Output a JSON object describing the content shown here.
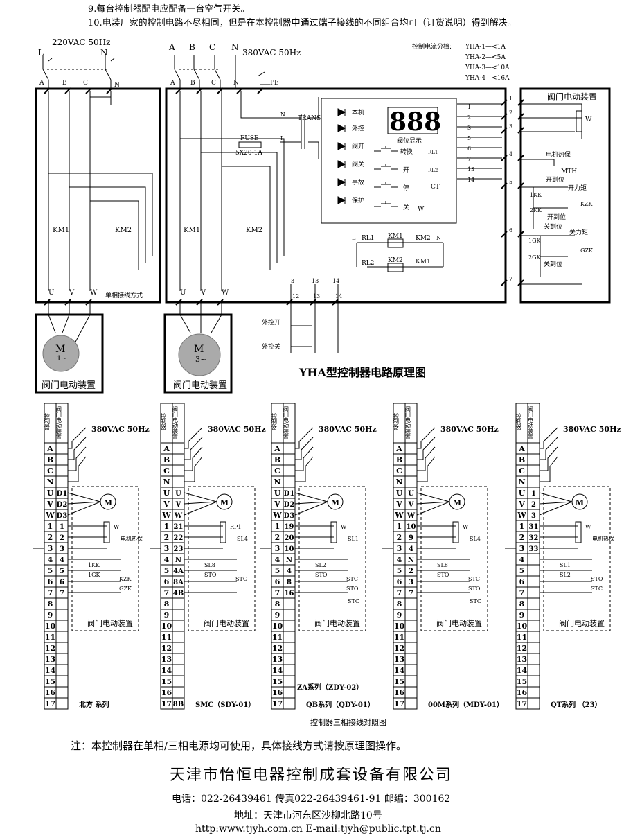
{
  "notes": {
    "n9": "9.每台控制器配电应配备一台空气开关。",
    "n10": "10.电装厂家的控制电路不尽相同，但是在本控制器中通过端子接线的不同组合均可（订货说明）得到解决。"
  },
  "single_phase": {
    "supply": "220VAC 50Hz",
    "inputs": [
      "L",
      "N"
    ],
    "terminals_top": [
      "A",
      "B",
      "C",
      "N"
    ],
    "contactors": [
      "KM1",
      "KM2"
    ],
    "terminals_bottom": [
      "U",
      "V",
      "W"
    ],
    "note": "单相接线方式",
    "motor_label": "M",
    "motor_sub": "1~",
    "device": "阀门电动装置"
  },
  "three_phase": {
    "supply": "380VAC 50Hz",
    "inputs": [
      "A",
      "B",
      "C",
      "N"
    ],
    "terminals_top": [
      "A",
      "B",
      "C",
      "N",
      "PE"
    ],
    "contactors": [
      "KM1",
      "KM2"
    ],
    "terminals_bottom": [
      "U",
      "V",
      "W"
    ],
    "motor_label": "M",
    "motor_sub": "3~",
    "device": "阀门电动装置"
  },
  "current_grades": {
    "title": "控制电流分档:",
    "items": [
      "YHA-1—<1A",
      "YHA-2—<5A",
      "YHA-3—<10A",
      "YHA-4—<16A"
    ]
  },
  "controller": {
    "trans": "TRANS",
    "fuse": "FUSE",
    "fuse_spec": "5X20-1A",
    "trans_n": "N",
    "trans_l": "L",
    "display": "888",
    "display_label": "阀位显示",
    "leds": [
      "本机",
      "外控",
      "阀开",
      "阀关",
      "事故",
      "保护"
    ],
    "buttons": [
      "转换",
      "开",
      "停",
      "关"
    ],
    "relays": [
      "RL1",
      "RL2"
    ],
    "ct": "CT",
    "w": "W",
    "pins": [
      "1",
      "2",
      "3",
      "5",
      "6",
      "7",
      "13",
      "14"
    ],
    "interlock": {
      "l": "L",
      "n": "N",
      "rl1": "RL1",
      "rl2": "RL2",
      "km1": "KM1",
      "km2": "KM2"
    },
    "ext_terminals_top": [
      "3",
      "13",
      "14"
    ],
    "ext_terminals_bottom": [
      "12",
      "13",
      "14"
    ],
    "ext_open": "外控开",
    "ext_close": "外控关"
  },
  "valve_device": {
    "title": "阀门电动装置",
    "pins": [
      "1",
      "2",
      "3",
      "4",
      "5",
      "6",
      "7"
    ],
    "w": "W",
    "motor_protect": "电机热保",
    "mth": "MTH",
    "open_pos": "开到位",
    "close_pos": "关到位",
    "open_torque": "开力矩",
    "close_torque": "关力矩",
    "k1": "1KK",
    "k2": "2KK",
    "g1": "1GK",
    "g2": "2GK",
    "kzk": "KZK",
    "gzk": "GZK"
  },
  "diagram_title": "YHA型控制器电路原理图",
  "wiring": {
    "col_headers": [
      "控制器",
      "阀门电动装置"
    ],
    "supply": "380VAC 50Hz",
    "rows": [
      "A",
      "B",
      "C",
      "N",
      "U",
      "V",
      "W",
      "1",
      "2",
      "3",
      "4",
      "5",
      "6",
      "7",
      "8",
      "9",
      "10",
      "11",
      "12",
      "13",
      "14",
      "15",
      "16",
      "17"
    ],
    "device_label": "阀门电动装置",
    "motor": "M",
    "panels": [
      {
        "series": "北方 系列",
        "right": [
          "",
          "",
          "",
          "",
          "D1",
          "D2",
          "D3",
          "1",
          "2",
          "3",
          "4",
          "5",
          "6",
          "7",
          "",
          "",
          "",
          "",
          "",
          "",
          "",
          "",
          "",
          ""
        ],
        "labels": [
          "W",
          "电机热保",
          "1KK",
          "1GK",
          "KZK",
          "GZK"
        ]
      },
      {
        "series": "SMC（SDY-01）",
        "right": [
          "",
          "",
          "",
          "",
          "U",
          "V",
          "W",
          "21",
          "22",
          "23",
          "N",
          "4A",
          "8A",
          "4B",
          "",
          "",
          "",
          "",
          "",
          "",
          "",
          "",
          "",
          "8B"
        ],
        "labels": [
          "RP1",
          "SL4",
          "SL8",
          "STO",
          "STC"
        ]
      },
      {
        "series_top": "ZA系列（ZDY-02）",
        "series": "QB系列（QDY-01）",
        "right": [
          "",
          "",
          "",
          "",
          "D1",
          "D2",
          "D3",
          "19",
          "20",
          "10",
          "N",
          "4",
          "8",
          "16",
          "",
          "",
          "",
          "",
          "",
          "",
          "",
          "",
          "",
          ""
        ],
        "labels": [
          "W",
          "SL1",
          "SL2",
          "STO",
          "STC",
          "STO",
          "STC"
        ]
      },
      {
        "series": "00M系列（MDY-01）",
        "right": [
          "",
          "",
          "",
          "",
          "U",
          "V",
          "W",
          "10",
          "9",
          "4",
          "N",
          "2",
          "3",
          "7",
          "",
          "",
          "",
          "",
          "",
          "",
          "",
          "",
          "",
          ""
        ],
        "labels": [
          "W",
          "SL4",
          "SL8",
          "STO",
          "STC",
          "STO",
          "STC"
        ]
      },
      {
        "series": "QT系列 （23）",
        "right": [
          "",
          "",
          "",
          "",
          "1",
          "2",
          "3",
          "31",
          "32",
          "33",
          "",
          "",
          "",
          "",
          "",
          "",
          "",
          "",
          "",
          "",
          "",
          "",
          "",
          ""
        ],
        "labels": [
          "W",
          "电机热保",
          "SL1",
          "SL2",
          "STO",
          "STC"
        ]
      }
    ],
    "caption": "控制器三相接线对照图"
  },
  "footer": {
    "note": "注：本控制器在单相/三相电源均可使用，具体接线方式请按原理图操作。",
    "company": "天津市怡恒电器控制成套设备有限公司",
    "phone": "电话：022-26439461   传真022-26439461-91    邮编：300162",
    "address": "地址：天津市河东区沙柳北路10号",
    "web": "http:www.tjyh.com.cn    E-mail:tjyh@public.tpt.tj.cn"
  }
}
